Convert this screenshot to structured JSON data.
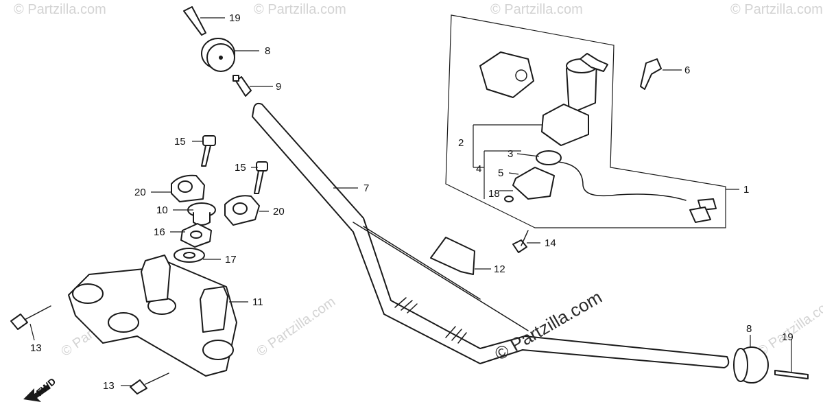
{
  "watermark": {
    "small": "© Partzilla.com",
    "main": "© Partzilla.com"
  },
  "direction_label": "FWD",
  "callouts": {
    "c1": "1",
    "c2": "2",
    "c3": "3",
    "c4": "4",
    "c5": "5",
    "c6": "6",
    "c7": "7",
    "c8a": "8",
    "c8b": "8",
    "c9": "9",
    "c10": "10",
    "c11": "11",
    "c12": "12",
    "c13a": "13",
    "c13b": "13",
    "c14": "14",
    "c15a": "15",
    "c15b": "15",
    "c16": "16",
    "c17": "17",
    "c18": "18",
    "c19a": "19",
    "c19b": "19",
    "c20a": "20",
    "c20b": "20"
  }
}
